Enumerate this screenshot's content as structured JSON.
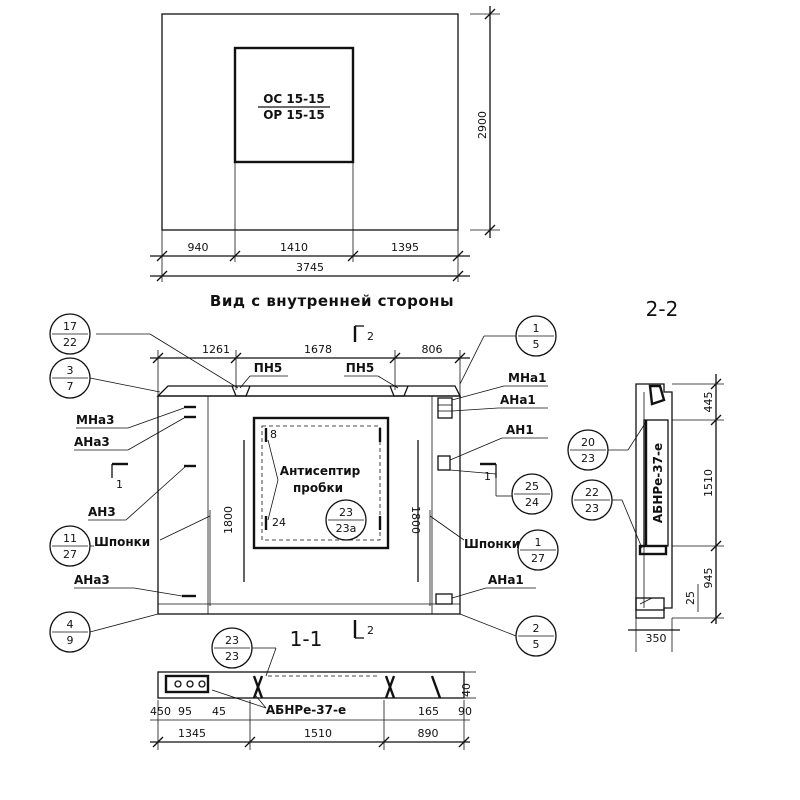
{
  "elevation": {
    "window_mark_top": "ОС 15-15",
    "window_mark_bottom": "ОР 15-15",
    "dim_height": "2900",
    "dim_left": "940",
    "dim_middle": "1410",
    "dim_right": "1395",
    "dim_total": "3745"
  },
  "inner_view": {
    "title": "Вид с внутренней стороны",
    "section_2_top": "2",
    "section_2_bottom": "2",
    "section_1_left": "1",
    "section_1_right": "1",
    "dim_top_left": "1261",
    "dim_top_middle": "1678",
    "dim_top_right": "806",
    "pn_left": "ПН5",
    "pn_right": "ПН5",
    "dim_left_vertical": "1800",
    "dim_right_vertical": "1800",
    "antiseptic_line1": "Антисептир",
    "antiseptic_line2": "пробки",
    "small_8": "8",
    "small_24": "24",
    "left_labels": [
      "МНа3",
      "АНа3",
      "АН3",
      "Шпонки",
      "АНа3"
    ],
    "right_labels": [
      "МНа1",
      "АНа1",
      "АН1",
      "Шпонки",
      "АНа1"
    ],
    "callouts": [
      {
        "top": "17",
        "bottom": "22"
      },
      {
        "top": "3",
        "bottom": "7"
      },
      {
        "top": "11",
        "bottom": "27"
      },
      {
        "top": "4",
        "bottom": "9"
      },
      {
        "top": "1",
        "bottom": "5"
      },
      {
        "top": "25",
        "bottom": "24"
      },
      {
        "top": "1",
        "bottom": "27"
      },
      {
        "top": "2",
        "bottom": "5"
      },
      {
        "top": "23",
        "bottom": "23а"
      }
    ]
  },
  "section_1_1": {
    "title": "1-1",
    "callout": {
      "top": "23",
      "bottom": "23"
    },
    "block_label": "АБНРе-37-е",
    "dim_450": "450",
    "dim_95": "95",
    "dim_45": "45",
    "dim_165": "165",
    "dim_90": "90",
    "dim_40": "40",
    "dim_1345": "1345",
    "dim_1510": "1510",
    "dim_890": "890"
  },
  "section_2_2": {
    "title": "2-2",
    "block_label": "АБНРе-37-е",
    "callout_a": {
      "top": "20",
      "bottom": "23"
    },
    "callout_b": {
      "top": "22",
      "bottom": "23"
    },
    "dim_445": "445",
    "dim_1510": "1510",
    "dim_945": "945",
    "dim_25": "25",
    "dim_350": "350"
  }
}
